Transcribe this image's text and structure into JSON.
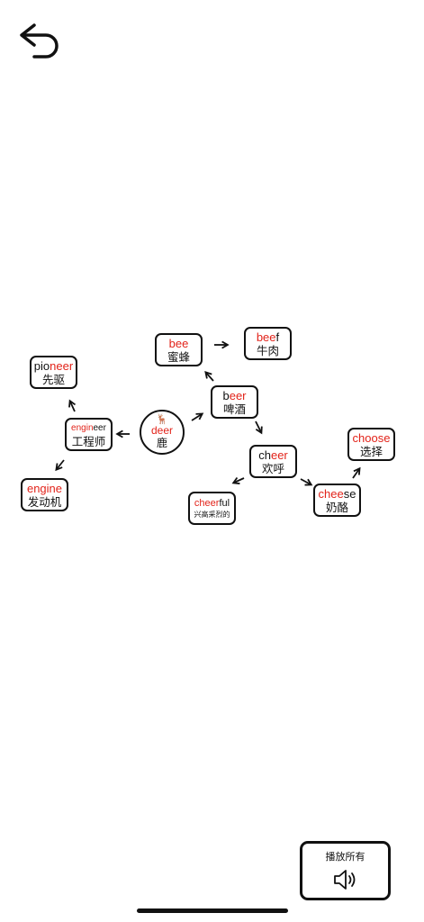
{
  "nav": {
    "back_icon": "back-arrow-icon"
  },
  "center": {
    "emoji": "🦌",
    "word_highlight": "deer",
    "word_rest": "",
    "translation": "鹿"
  },
  "cards": {
    "bee": {
      "pre": "",
      "hl": "bee",
      "post": "",
      "cn": "蜜蜂"
    },
    "beef": {
      "pre": "",
      "hl": "bee",
      "post": "f",
      "cn": "牛肉"
    },
    "beer": {
      "pre": "b",
      "hl": "eer",
      "post": "",
      "cn": "啤酒"
    },
    "cheer": {
      "pre": "ch",
      "hl": "eer",
      "post": "",
      "cn": "欢呼"
    },
    "cheerful": {
      "pre": "",
      "hl": "cheer",
      "post": "ful",
      "cn": "兴高采烈的"
    },
    "cheese": {
      "pre": "",
      "hl": "chee",
      "post": "se",
      "cn": "奶酪"
    },
    "choose": {
      "pre": "",
      "hl": "ch",
      "mid": "oo",
      "hl2": "se",
      "cn": "选择"
    },
    "pioneer": {
      "pre": "pio",
      "hl": "neer",
      "post": "",
      "cn": "先驱"
    },
    "engineer": {
      "pre": "",
      "hl": "engin",
      "post": "eer",
      "cn": "工程师"
    },
    "engine": {
      "pre": "",
      "hl": "engine",
      "post": "",
      "cn": "发动机"
    }
  },
  "colors": {
    "highlight": "#e2231a",
    "text": "#111111",
    "border": "#111111"
  },
  "play_all": {
    "label": "播放所有",
    "icon": "speaker-icon"
  }
}
